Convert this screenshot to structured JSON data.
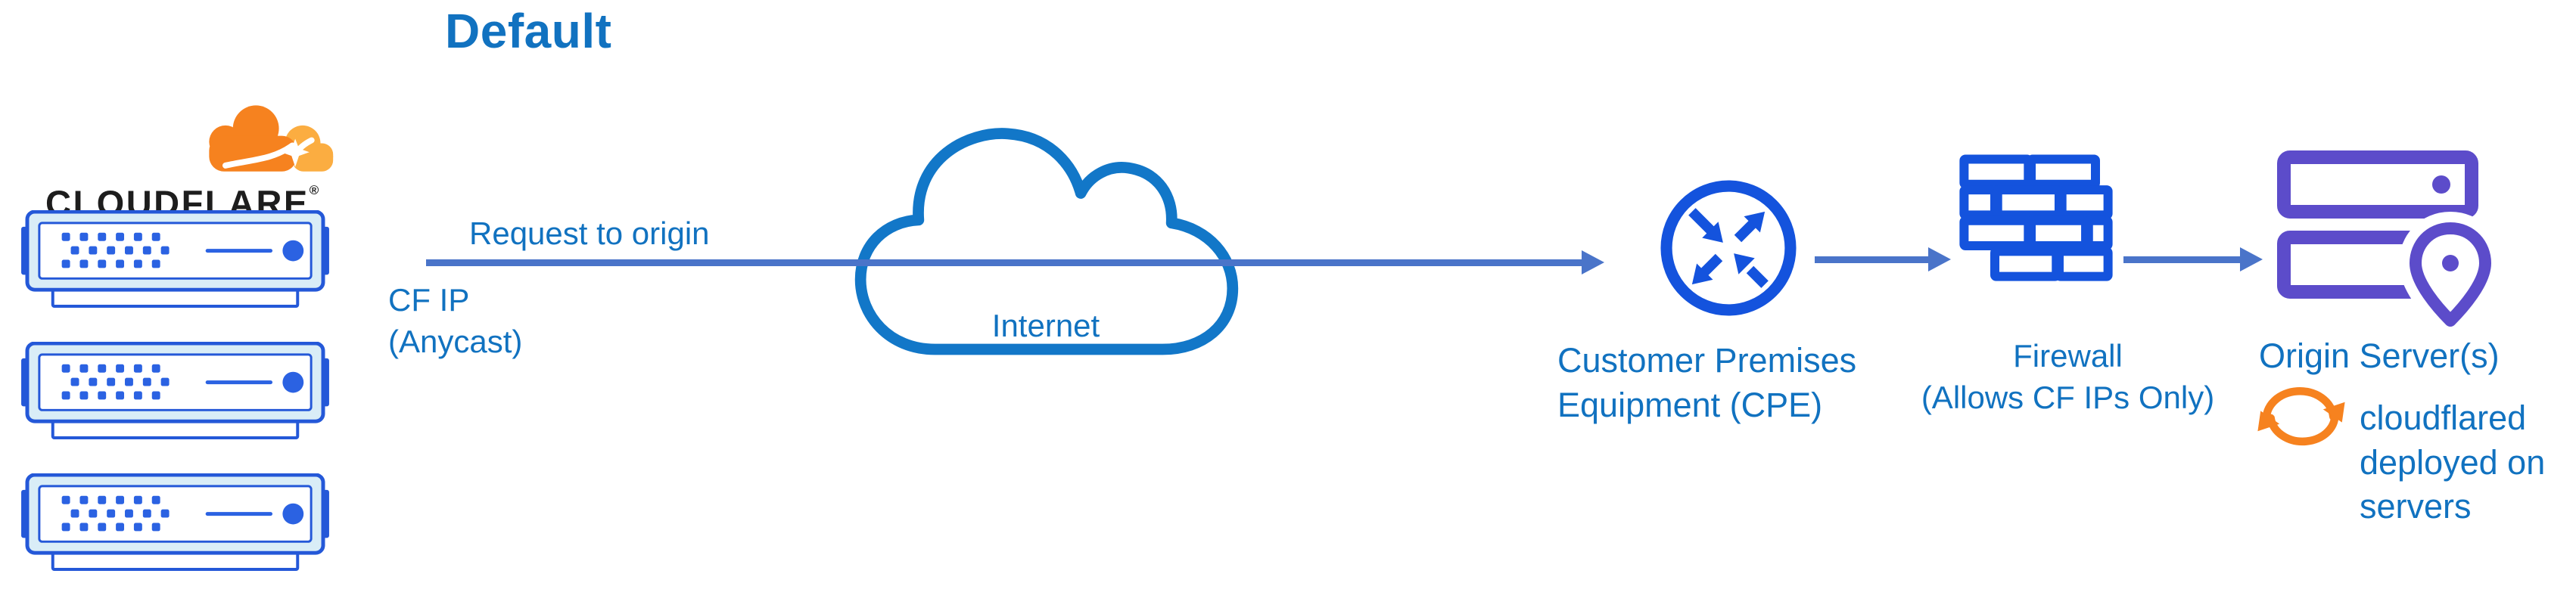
{
  "title": "Default",
  "colors": {
    "title_blue": "#1172c0",
    "label_blue": "#1172c0",
    "arrow_blue": "#4a74c9",
    "icon_blue": "#1453dd",
    "server_blue": "#2458d8",
    "server_dot": "#2b62e2",
    "server_fill": "#d9edf7",
    "cloud_blue": "#1277c8",
    "purple": "#5c4cca",
    "orange": "#f6821f",
    "orange_light": "#fbad41",
    "wordmark_black": "#1d1d1d"
  },
  "cloudflare": {
    "wordmark": "CLOUDFLARE",
    "registered_mark": "®"
  },
  "edge_link": {
    "label": "Request to origin",
    "sublabel_line1": "CF IP",
    "sublabel_line2": "(Anycast)"
  },
  "internet": {
    "label": "Internet"
  },
  "cpe": {
    "label_line1": "Customer Premises",
    "label_line2": "Equipment (CPE)"
  },
  "firewall": {
    "label_line1": "Firewall",
    "label_line2": "(Allows CF IPs Only)"
  },
  "origin": {
    "label": "Origin Server(s)",
    "annotation": "cloudflared deployed on servers"
  }
}
